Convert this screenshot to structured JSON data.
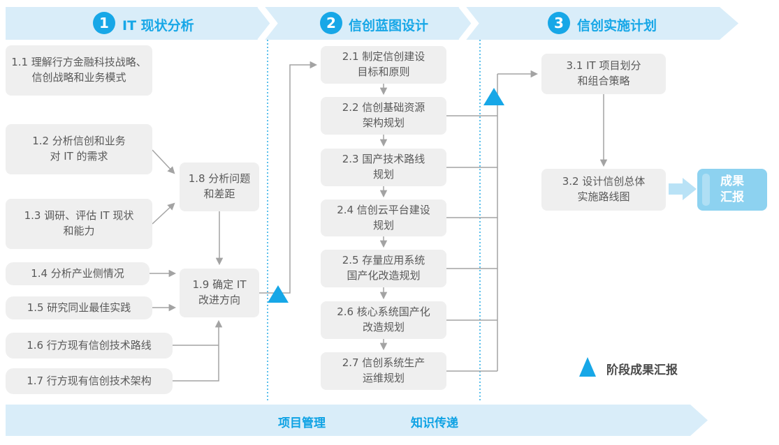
{
  "phases": [
    {
      "number": "1",
      "title": "IT 现状分析"
    },
    {
      "number": "2",
      "title": "信创蓝图设计"
    },
    {
      "number": "3",
      "title": "信创实施计划"
    }
  ],
  "boxes": {
    "b11": "1.1 理解行方金融科技战略、\n信创战略和业务模式",
    "b12": "1.2 分析信创和业务\n对 IT 的需求",
    "b13": "1.3 调研、评估 IT 现状\n和能力",
    "b14": "1.4 分析产业侧情况",
    "b15": "1.5 研究同业最佳实践",
    "b16": "1.6 行方现有信创技术路线",
    "b17": "1.7 行方现有信创技术架构",
    "b18": "1.8 分析问题\n和差距",
    "b19": "1.9 确定 IT\n改进方向",
    "b21": "2.1 制定信创建设\n目标和原则",
    "b22": "2.2 信创基础资源\n架构规划",
    "b23": "2.3 国产技术路线\n规划",
    "b24": "2.4 信创云平台建设\n规划",
    "b25": "2.5 存量应用系统\n国产化改造规划",
    "b26": "2.6 核心系统国产化\n改造规划",
    "b27": "2.7 信创系统生产\n运维规划",
    "b31": "3.1 IT 项目划分\n和组合策略",
    "b32": "3.2 设计信创总体\n实施路线图"
  },
  "result_box_label": "成果\n汇报",
  "bottom_banner": {
    "label_project": "项目管理",
    "label_knowledge": "知识传递"
  },
  "legend": {
    "milestone_label": "阶段成果汇报"
  },
  "colors": {
    "accent_blue": "#17a7e7",
    "band_light_blue": "#d9edf9",
    "box_gray": "#efefef",
    "box_text_gray": "#595959",
    "connector_gray": "#a3a3a3",
    "result_box_blue": "#8dd2f0",
    "thick_arrow_blue": "#b9e2f6",
    "dotted_line_blue": "#5bc0ec"
  }
}
